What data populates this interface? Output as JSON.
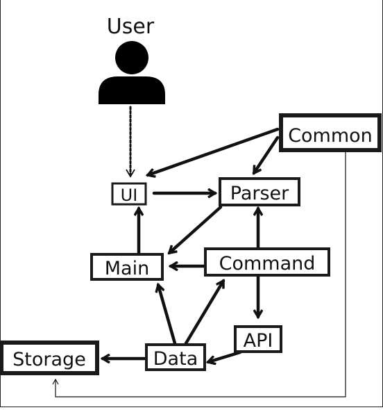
{
  "actor": {
    "label": "User",
    "icon": "person-icon"
  },
  "components": {
    "common": "Common",
    "ui": "UI",
    "parser": "Parser",
    "main": "Main",
    "command": "Command",
    "api": "API",
    "storage": "Storage",
    "data": "Data"
  },
  "edges": [
    {
      "from": "User",
      "to": "UI",
      "style": "dotted"
    },
    {
      "from": "Common",
      "to": "UI",
      "style": "solid"
    },
    {
      "from": "Common",
      "to": "Parser",
      "style": "solid"
    },
    {
      "from": "Common",
      "to": "Storage",
      "style": "thin"
    },
    {
      "from": "UI",
      "to": "Parser",
      "style": "solid"
    },
    {
      "from": "Parser",
      "to": "Main",
      "style": "solid"
    },
    {
      "from": "Main",
      "to": "UI",
      "style": "solid"
    },
    {
      "from": "Command",
      "to": "Main",
      "style": "solid"
    },
    {
      "from": "Command",
      "to": "Parser",
      "style": "solid"
    },
    {
      "from": "Command",
      "to": "API",
      "style": "solid"
    },
    {
      "from": "API",
      "to": "Data",
      "style": "solid"
    },
    {
      "from": "Data",
      "to": "Main",
      "style": "solid"
    },
    {
      "from": "Data",
      "to": "Command",
      "style": "solid"
    },
    {
      "from": "Data",
      "to": "Storage",
      "style": "solid"
    }
  ]
}
